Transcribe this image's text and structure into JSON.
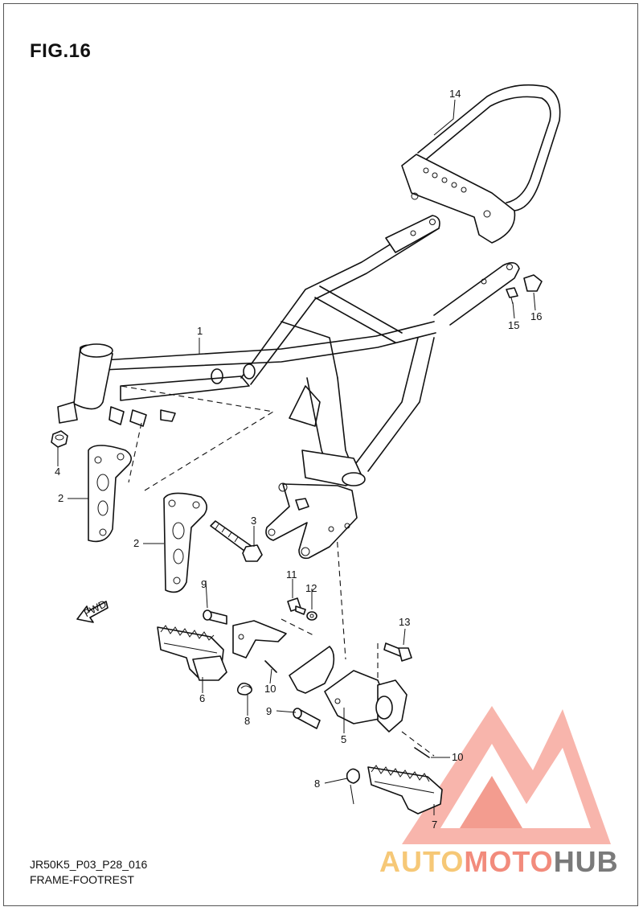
{
  "figure": {
    "title": "FIG.16",
    "code": "JR50K5_P03_P28_016",
    "name": "FRAME-FOOTREST",
    "fwd_label": "FWD"
  },
  "callouts": {
    "c1": "1",
    "c2a": "2",
    "c2b": "2",
    "c3": "3",
    "c4": "4",
    "c5": "5",
    "c6": "6",
    "c7": "7",
    "c8a": "8",
    "c8b": "8",
    "c9a": "9",
    "c9b": "9",
    "c10a": "10",
    "c10b": "10",
    "c11": "11",
    "c12": "12",
    "c13": "13",
    "c14": "14",
    "c15": "15",
    "c16": "16"
  },
  "watermark": {
    "part1": "AUTO",
    "part2": "MOTO",
    "part3": "HUB",
    "color_light": "#f8b1a6",
    "color_mid": "#f28b7c",
    "color_dark": "#7a7a7a",
    "color_accent": "#f6c877"
  }
}
